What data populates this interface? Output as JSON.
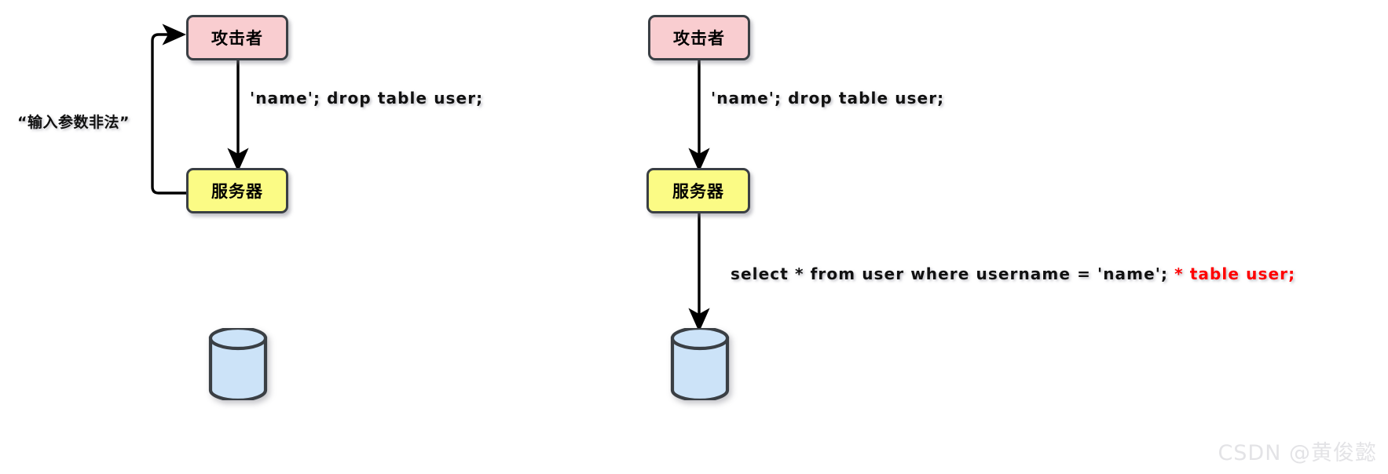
{
  "diagram": {
    "title": "SQL injection flow comparison",
    "background_color": "#ffffff",
    "colors": {
      "attacker_fill": "#f9cdd0",
      "server_fill": "#fbfb85",
      "database_fill": "#cce3f8",
      "node_stroke": "#3a3f44",
      "arrow_stroke": "#000000",
      "danger_text": "#ff0000",
      "watermark": "#e3e3e6"
    },
    "panels": [
      {
        "id": "left",
        "name": "validated-input-panel",
        "nodes": {
          "attacker": {
            "label": "攻击者",
            "fill": "#f9cdd0"
          },
          "server": {
            "label": "服务器",
            "fill": "#fbfb85"
          },
          "database": {
            "label": "",
            "fill": "#cce3f8"
          }
        },
        "edges": [
          {
            "name": "attacker-to-server",
            "label": "'name'; drop table user;",
            "label_color": "#111111",
            "from": "attacker",
            "to": "server"
          },
          {
            "name": "server-to-attacker-rejection",
            "label": "“输入参数非法”",
            "label_color": "#111111",
            "from": "server",
            "to": "attacker"
          }
        ]
      },
      {
        "id": "right",
        "name": "unvalidated-input-panel",
        "nodes": {
          "attacker": {
            "label": "攻击者",
            "fill": "#f9cdd0"
          },
          "server": {
            "label": "服务器",
            "fill": "#fbfb85"
          },
          "database": {
            "label": "",
            "fill": "#cce3f8"
          }
        },
        "edges": [
          {
            "name": "attacker-to-server",
            "label": "'name'; drop table user;",
            "label_color": "#111111",
            "from": "attacker",
            "to": "server"
          },
          {
            "name": "server-to-database-query",
            "label_plain": "select * from user where username = 'name'; ",
            "label_danger": "* table user;",
            "label_color": "#111111",
            "danger_color": "#ff0000",
            "from": "server",
            "to": "database"
          }
        ]
      }
    ]
  },
  "watermark": {
    "text": "CSDN @黄俊懿"
  }
}
